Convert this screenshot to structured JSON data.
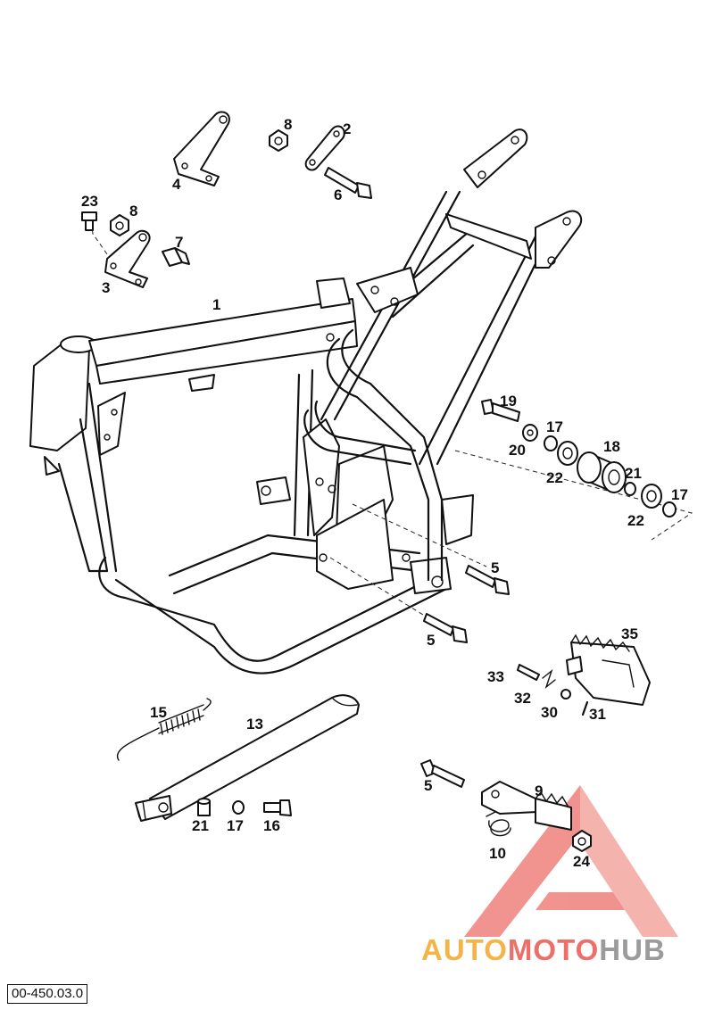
{
  "drawing_code": "00-450.03.0",
  "watermark": {
    "part1": "AUTO",
    "part2": "MOTO",
    "part3": "HUB",
    "color_orange": "#f3b54a",
    "color_red": "#ec6f6a",
    "color_gray": "#9b9b9b"
  },
  "callouts": [
    {
      "id": "c1",
      "text": "1"
    },
    {
      "id": "c2",
      "text": "2"
    },
    {
      "id": "c3",
      "text": "3"
    },
    {
      "id": "c4",
      "text": "4"
    },
    {
      "id": "c5a",
      "text": "5"
    },
    {
      "id": "c5b",
      "text": "5"
    },
    {
      "id": "c5c",
      "text": "5"
    },
    {
      "id": "c6",
      "text": "6"
    },
    {
      "id": "c7",
      "text": "7"
    },
    {
      "id": "c8a",
      "text": "8"
    },
    {
      "id": "c8b",
      "text": "8"
    },
    {
      "id": "c9",
      "text": "9"
    },
    {
      "id": "c10",
      "text": "10"
    },
    {
      "id": "c13",
      "text": "13"
    },
    {
      "id": "c15",
      "text": "15"
    },
    {
      "id": "c16",
      "text": "16"
    },
    {
      "id": "c17a",
      "text": "17"
    },
    {
      "id": "c17b",
      "text": "17"
    },
    {
      "id": "c17c",
      "text": "17"
    },
    {
      "id": "c18",
      "text": "18"
    },
    {
      "id": "c19",
      "text": "19"
    },
    {
      "id": "c20",
      "text": "20"
    },
    {
      "id": "c21a",
      "text": "21"
    },
    {
      "id": "c21b",
      "text": "21"
    },
    {
      "id": "c22a",
      "text": "22"
    },
    {
      "id": "c22b",
      "text": "22"
    },
    {
      "id": "c23",
      "text": "23"
    },
    {
      "id": "c24",
      "text": "24"
    },
    {
      "id": "c30",
      "text": "30"
    },
    {
      "id": "c31",
      "text": "31"
    },
    {
      "id": "c32",
      "text": "32"
    },
    {
      "id": "c33",
      "text": "33"
    },
    {
      "id": "c35",
      "text": "35"
    }
  ]
}
